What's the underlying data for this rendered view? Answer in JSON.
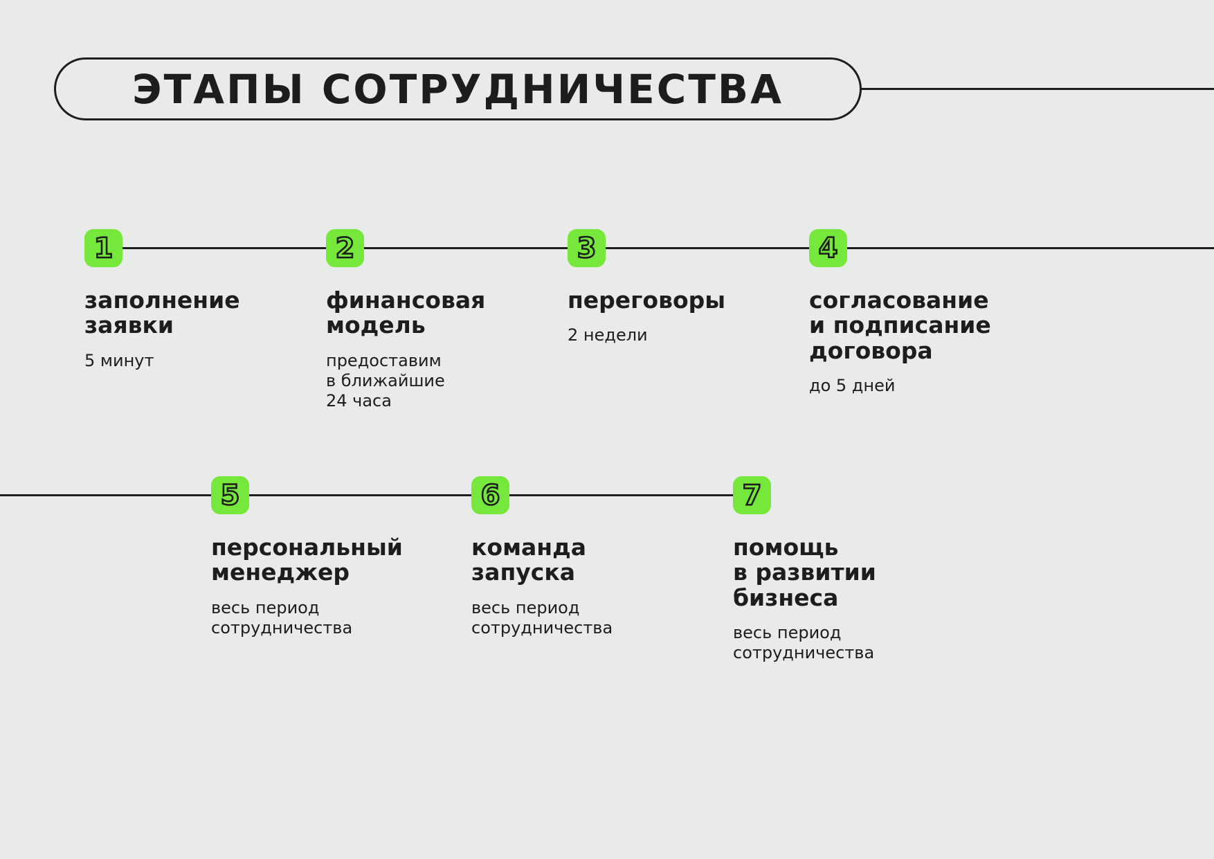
{
  "title": "ЭТАПЫ СОТРУДНИЧЕСТВА",
  "colors": {
    "background": "#e9ebe9",
    "accent": "#76e83c",
    "text": "#1d1d1b"
  },
  "rows": [
    {
      "steps": [
        {
          "number": "1",
          "title": "заполнение\nзаявки",
          "subtitle": "5 минут"
        },
        {
          "number": "2",
          "title": "финансовая\nмодель",
          "subtitle": "предоставим\nв ближайшие\n24 часа"
        },
        {
          "number": "3",
          "title": "переговоры",
          "subtitle": "2 недели"
        },
        {
          "number": "4",
          "title": "согласование\nи подписание\nдоговора",
          "subtitle": "до 5 дней"
        }
      ]
    },
    {
      "steps": [
        {
          "number": "5",
          "title": "персональный\nменеджер",
          "subtitle": "весь период\nсотрудничества"
        },
        {
          "number": "6",
          "title": "команда\nзапуска",
          "subtitle": "весь период\nсотрудничества"
        },
        {
          "number": "7",
          "title": "помощь\nв развитии\nбизнеса",
          "subtitle": "весь период\nсотрудничества"
        }
      ]
    }
  ]
}
